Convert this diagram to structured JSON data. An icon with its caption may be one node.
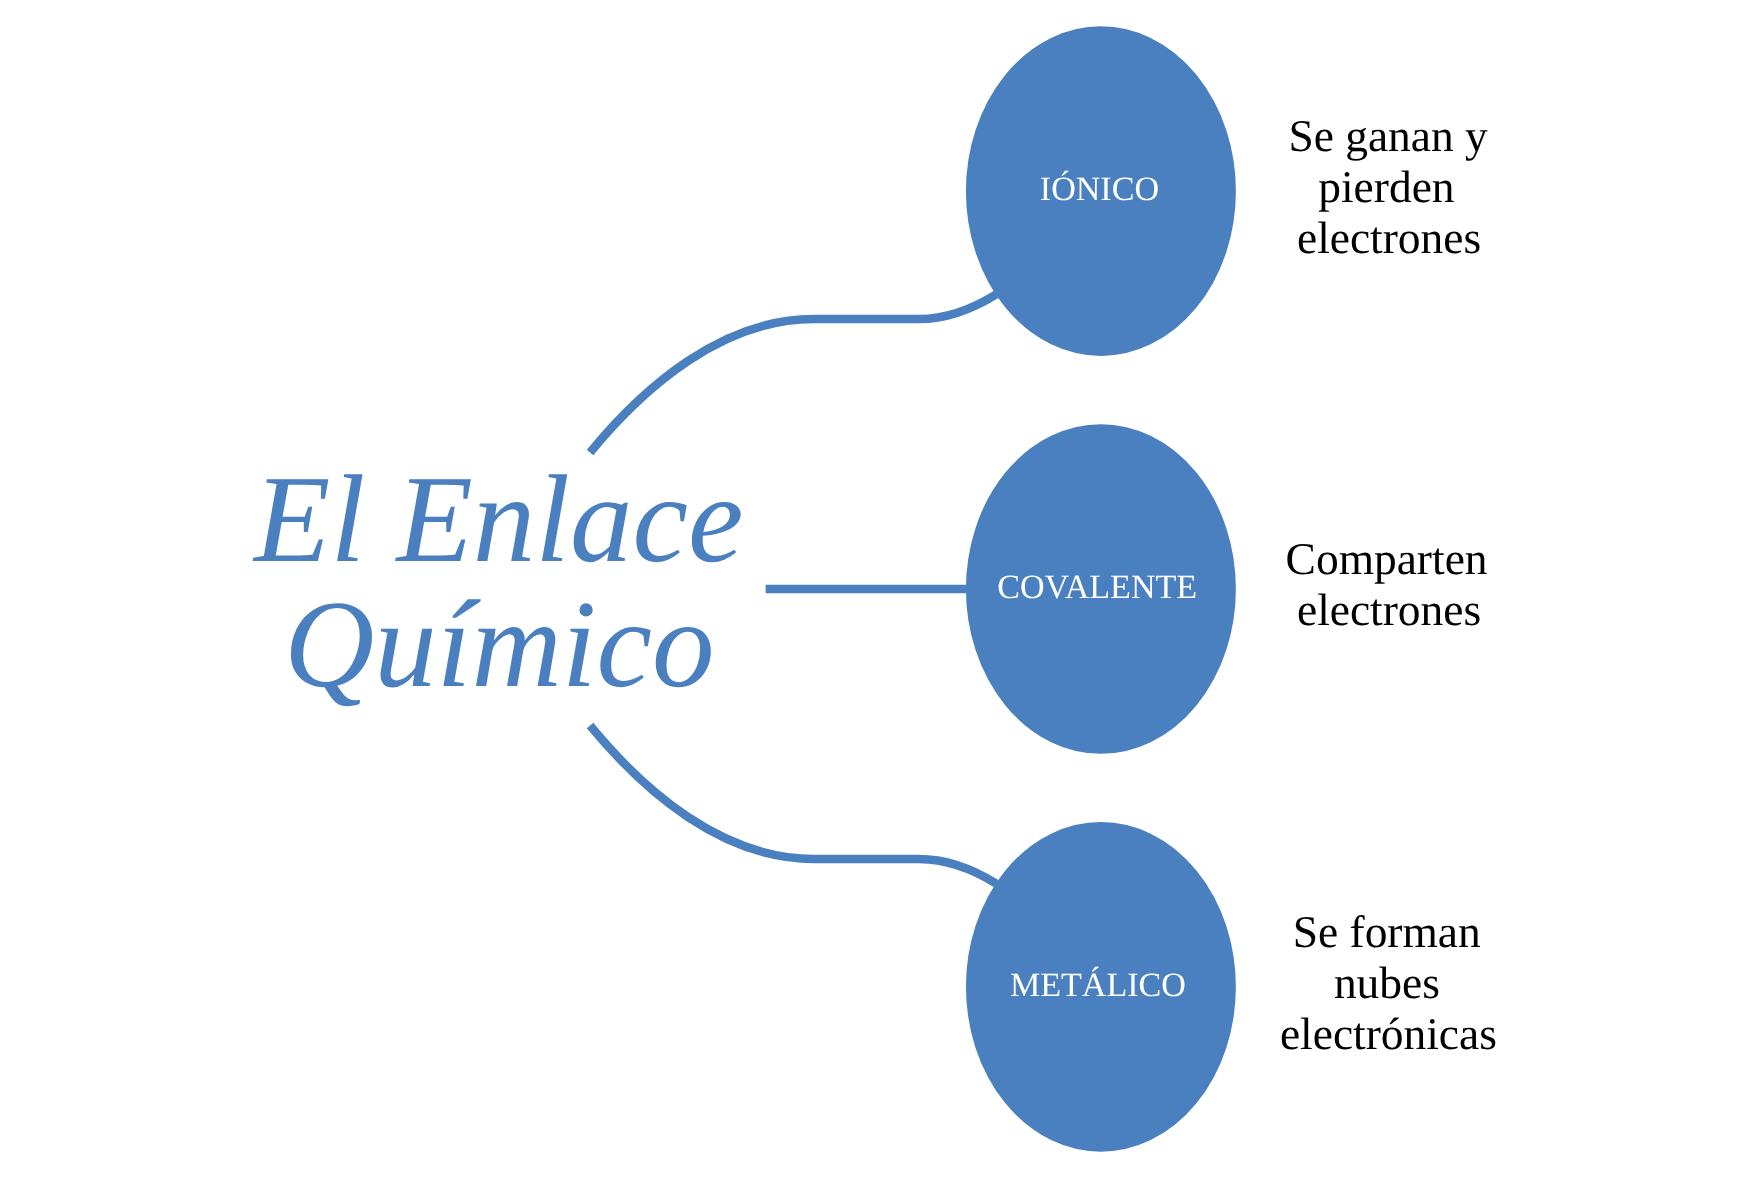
{
  "diagram": {
    "nodes": [
      {
        "text": [
          "El Enlace Químico"
        ]
      },
      {
        "text": [
          "IÓNICO"
        ],
        "beside": [
          "Se ganan y pierden electrones"
        ]
      },
      {
        "text": [
          "COVALENTE"
        ],
        "beside": [
          "Comparten electrones"
        ]
      },
      {
        "text": [
          "METÁLICO"
        ],
        "beside": [
          "Se forman nubes electrónicas"
        ]
      }
    ],
    "edges": [
      {
        "from": 0,
        "to": 1,
        "arrow": "none"
      },
      {
        "from": 0,
        "to": 2,
        "arrow": "none"
      },
      {
        "from": 0,
        "to": 3,
        "arrow": "none"
      }
    ]
  }
}
